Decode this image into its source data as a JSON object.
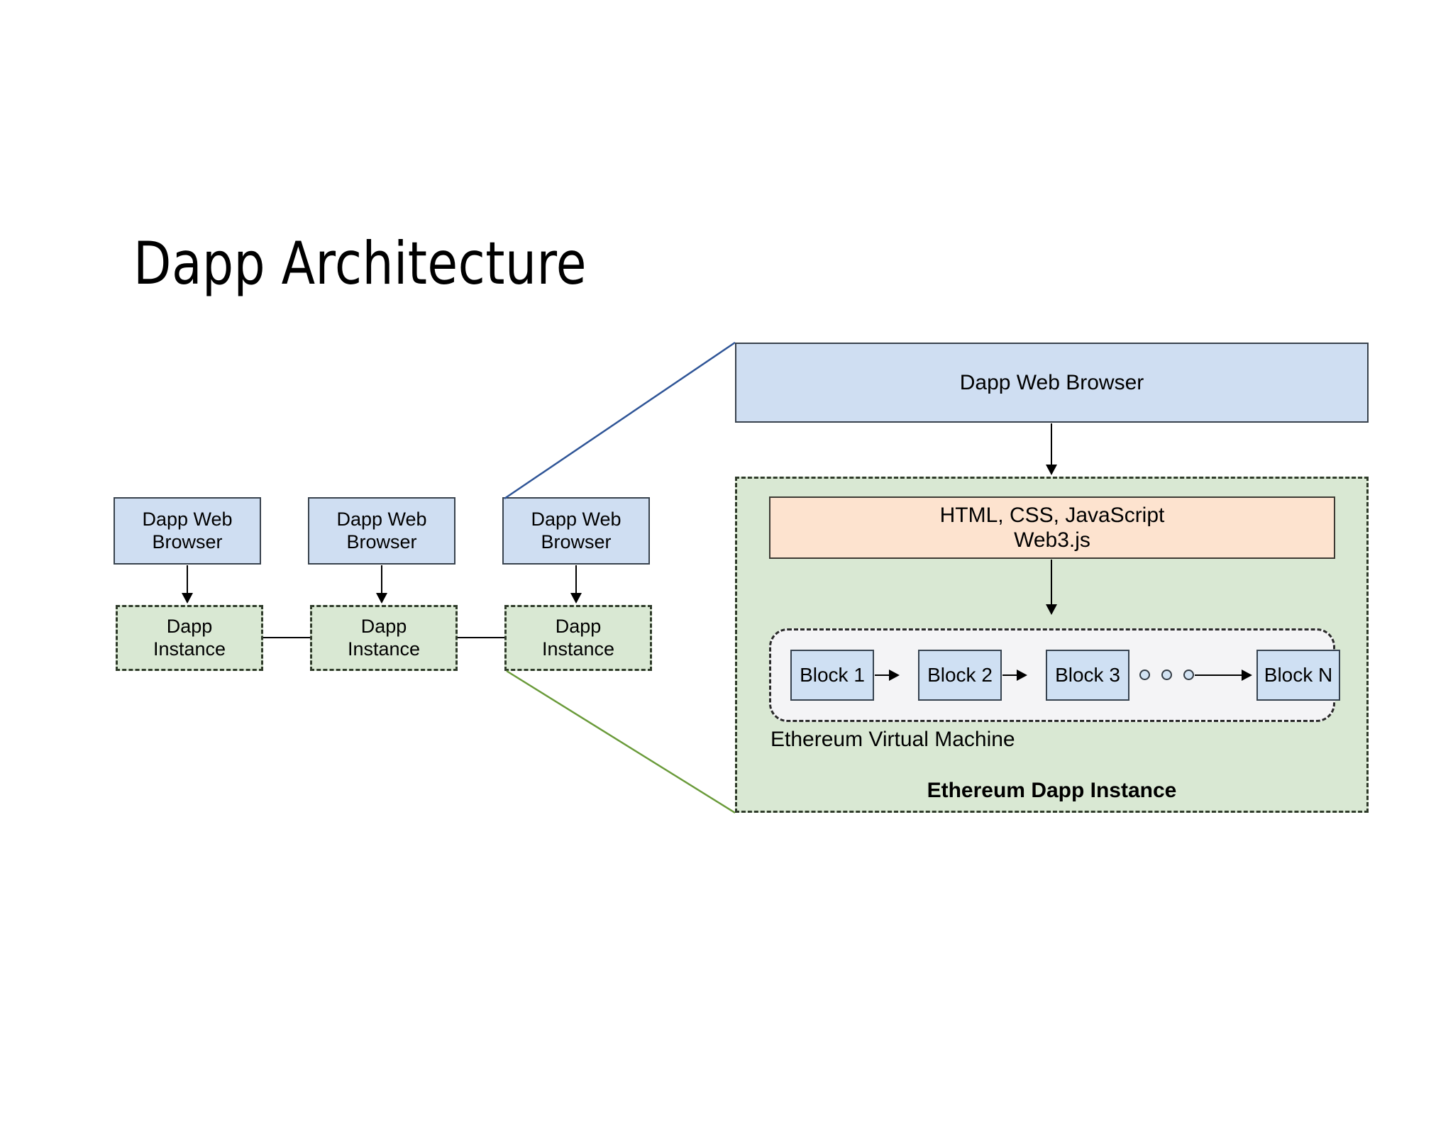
{
  "page": {
    "title": "Dapp Architecture",
    "background": "#ffffff"
  },
  "colors": {
    "browser_fill": "#cfdef2",
    "browser_stroke": "#38424d",
    "instance_fill": "#d9e8d3",
    "instance_stroke": "#2f3b2a",
    "stack_fill": "#fde3cf",
    "stack_stroke": "#3d3a33",
    "block_fill": "#cfe0f3",
    "block_stroke": "#36424f",
    "evm_fill": "#f4f4f6",
    "evm_stroke": "#2a2a2a",
    "blue_leader": "#2f5597",
    "green_leader": "#6a9b3a",
    "arrow": "#000000"
  },
  "left_cluster": {
    "browsers": [
      {
        "label": "Dapp Web\nBrowser",
        "line1": "Dapp Web",
        "line2": "Browser"
      },
      {
        "label": "Dapp Web\nBrowser",
        "line1": "Dapp Web",
        "line2": "Browser"
      },
      {
        "label": "Dapp Web\nBrowser",
        "line1": "Dapp Web",
        "line2": "Browser"
      }
    ],
    "instances": [
      {
        "line1": "Dapp",
        "line2": "Instance"
      },
      {
        "line1": "Dapp",
        "line2": "Instance"
      },
      {
        "line1": "Dapp",
        "line2": "Instance"
      }
    ]
  },
  "detail_panel": {
    "browser_label": "Dapp Web Browser",
    "stack_line1": "HTML, CSS, JavaScript",
    "stack_line2": "Web3.js",
    "evm_label": "Ethereum Virtual Machine",
    "container_label": "Ethereum Dapp Instance",
    "blocks": [
      {
        "label": "Block 1"
      },
      {
        "label": "Block 2"
      },
      {
        "label": "Block 3"
      },
      {
        "label": "Block N"
      }
    ],
    "ellipsis_dots": 3
  }
}
